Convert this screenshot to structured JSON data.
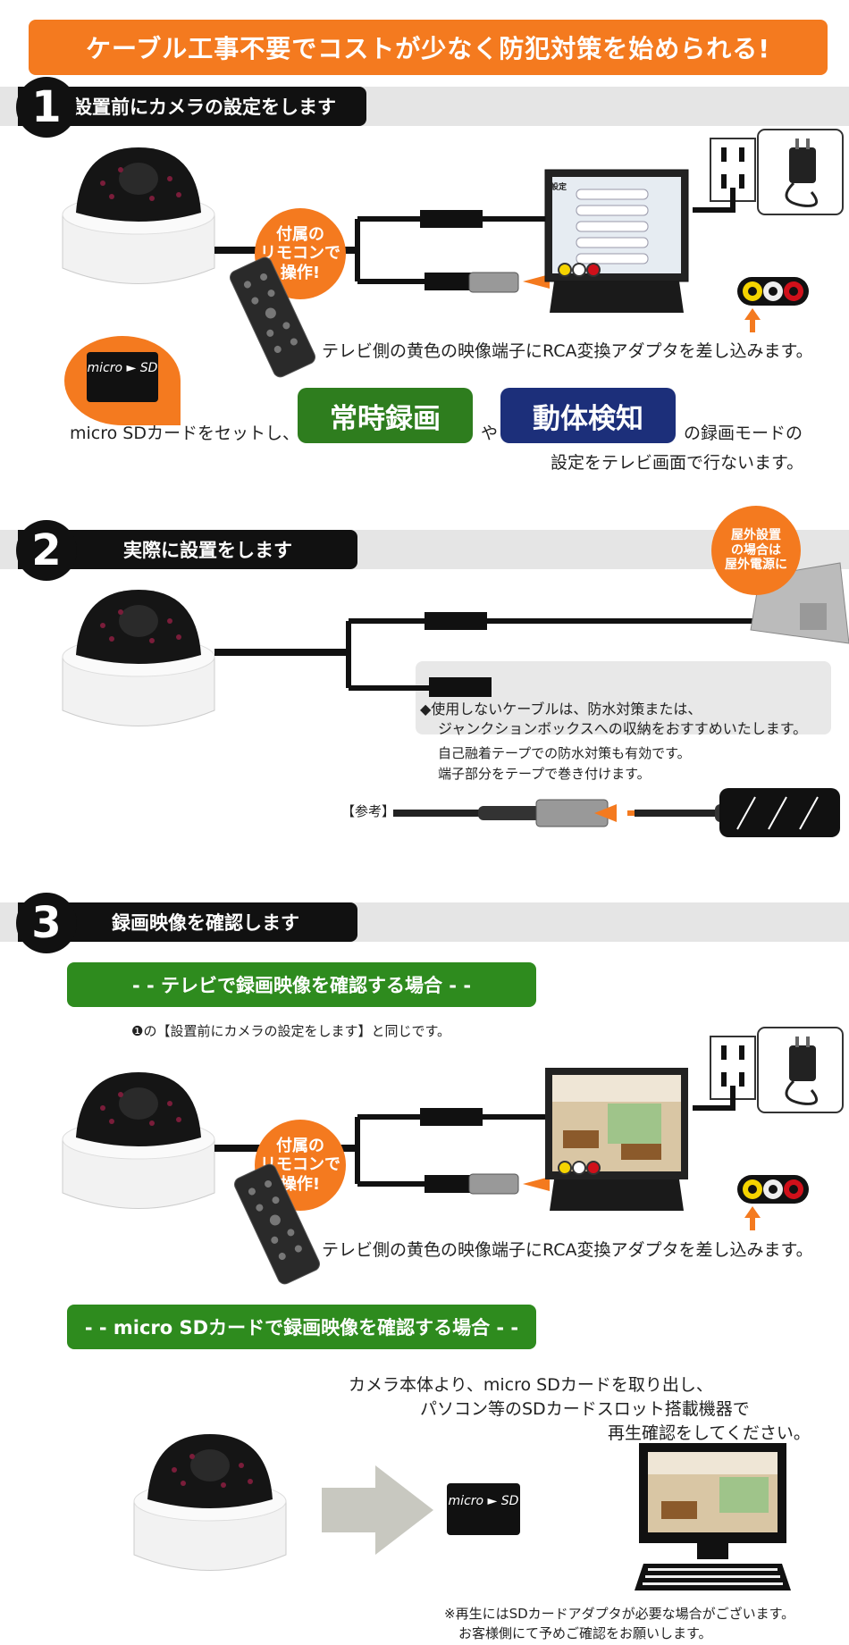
{
  "banner": {
    "title": "ケーブル工事不要でコストが少なく防犯対策を始められる!"
  },
  "steps": [
    {
      "number": "1",
      "title": "設置前にカメラの設定をします"
    },
    {
      "number": "2",
      "title": "実際に設置をします"
    },
    {
      "number": "3",
      "title": "録画映像を確認します"
    }
  ],
  "step1": {
    "remote_callout": "付属の\nリモコンで\n操作!",
    "rca_note": "テレビ側の黄色の映像端子にRCA変換アダプタを差し込みます。",
    "sd_card_label": "micro ► SD",
    "sd_line1_prefix": "micro SDカードをセットし、",
    "mode_continuous": "常時録画",
    "sd_line1_mid": "や",
    "mode_motion": "動体検知",
    "sd_line1_suffix": "の録画モードの",
    "sd_line2": "設定をテレビ画面で行ないます。",
    "tv_menu_title": "設定",
    "colors": {
      "continuous": "#2e7d1e",
      "motion": "#1c2f7a",
      "accent": "#f47a1f"
    }
  },
  "step2": {
    "outdoor_callout": "屋外設置\nの場合は\n屋外電源に",
    "unused_note_line1": "◆使用しないケーブルは、防水対策または、",
    "unused_note_line2": "ジャンクションボックスへの収納をおすすめいたします。",
    "tape_note_line1": "自己融着テープでの防水対策も有効です。",
    "tape_note_line2": "端子部分をテープで巻き付けます。",
    "reference_label": "【参考】"
  },
  "step3": {
    "tv_heading": "- - テレビで録画映像を確認する場合 - -",
    "same_as_note": "❶の【設置前にカメラの設定をします】と同じです。",
    "remote_callout": "付属の\nリモコンで\n操作!",
    "rca_note": "テレビ側の黄色の映像端子にRCA変換アダプタを差し込みます。",
    "sd_heading": "- - micro SDカードで録画映像を確認する場合 - -",
    "sd_line1": "カメラ本体より、micro SDカードを取り出し、",
    "sd_line2": "パソコン等のSDカードスロット搭載機器で",
    "sd_line3": "再生確認をしてください。",
    "sd_card_label": "micro ► SD",
    "footnote1": "※再生にはSDカードアダプタが必要な場合がございます。",
    "footnote2": "お客様側にて予めご確認をお願いします。"
  }
}
